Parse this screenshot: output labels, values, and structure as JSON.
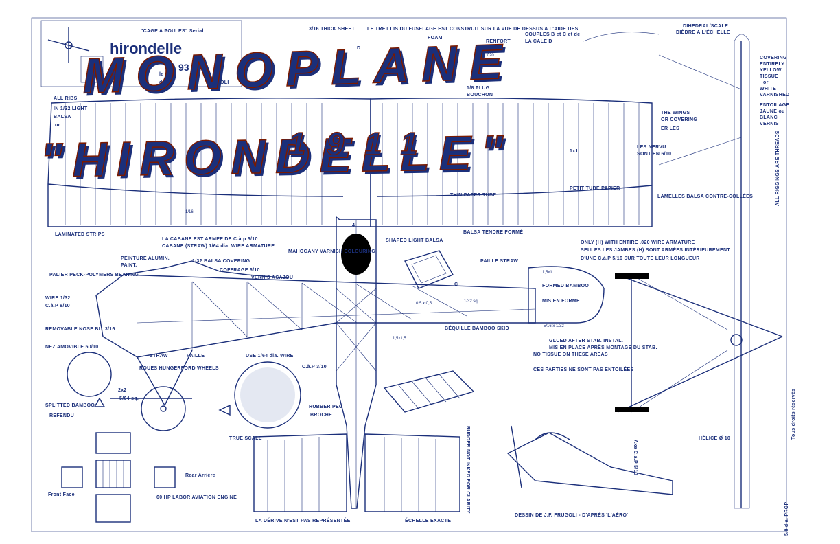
{
  "overlay_title": {
    "line1": "MONOPLANE",
    "line2": "\"HIRONDELLE\"",
    "line3": "1911"
  },
  "top_left_box": {
    "cage": "\"CAGE A POULES\" Serial",
    "name": "hirondelle",
    "number": "93",
    "credit_prefix": "le",
    "credit_suffix": "de Je",
    "credit_name": "FRUGOLI"
  },
  "labels": {
    "thick_sheet": "3/16 THICK SHEET",
    "fuselage_note": "LE TREILLIS DU FUSELAGE EST CONSTRUIT SUR LA VUE DE DESSUS A L'AIDE DES",
    "couples_note": "COUPLES B et C et de",
    "cale_note": "LA CALE D",
    "dihedral": "DIHEDRAL/SCALE",
    "diedre": "DIÈDRE A L'ÉCHELLE",
    "foam": "FOAM",
    "renfort": "RENFORT",
    "frac_4_10": "4/10",
    "frac_020": ".020",
    "plug": "1/8 PLUG",
    "bouchon": "BOUCHON",
    "all_ribs": "ALL RIBS",
    "light": "IN 1/32 LIGHT",
    "balsa": "BALSA",
    "or": "or",
    "covering": "COVERING",
    "entirely": "ENTIRELY",
    "yellow": "YELLOW",
    "tissue": "TISSUE",
    "or2": "or",
    "white": "WHITE",
    "varnished": "VARNISHED",
    "entoilage": "ENTOILAGE",
    "jaune": "JAUNE ou",
    "blanc": "BLANC",
    "vernis": "VERNIS",
    "the_wings": "THE WINGS",
    "or_covering": "OR COVERING",
    "er_les": "ER LES",
    "nervures": "LES NERVU",
    "sont": "SONT EN 6/10",
    "all_riggings": "ALL RIGGINGS ARE THREADS",
    "thin_paper": "THIN PAPER TUBE",
    "petit_tube": "PETIT TUBE PAPIER",
    "lamelles": "LAMELLES BALSA CONTRE-COLLÉES",
    "one_by_one": "1x1",
    "laminated": "LAMINATED STRIPS",
    "cabane_arme": "LA CABANE EST ARMÉE DE C.à.p 3/10",
    "cabane_strw": "CABANE (STRAW) 1/64 dia. WIRE ARMATURE",
    "peinture": "PEINTURE ALUMIN.",
    "paint": "PAINT.",
    "balsa_covering": "1/32 BALSA COVERING",
    "coffrage": "COFFRAGE 6/10",
    "mahogany": "MAHOGANY VARNISH COLOURING",
    "vernis_acajou": "VERNIS ACAJOU",
    "palier": "PALIER PECK-POLYMERS BEARING",
    "wire_132": "WIRE 1/32",
    "cap_810": "C.à.P 8/10",
    "removable": "REMOVABLE NOSE BL. 3/16",
    "nez": "NEZ AMOVIBLE 50/10",
    "straw": "STRAW",
    "paille": "PAILLE",
    "roues": "ROUES HUNGERFORD WHEELS",
    "use_wire": "USE 1/64 dia. WIRE",
    "cap_310": "C.à.P 3/10",
    "two_by_two": "2x2",
    "five_64": "5/64 sq.",
    "splitted": "SPLITTED BAMBOO",
    "refendu": "REFENDU",
    "shaped_balsa": "SHAPED LIGHT BALSA",
    "balsa_tendre": "BALSA TENDRE FORMÉ",
    "paille_straw": "PAILLE STRAW",
    "formed_bamboo": "FORMED BAMBOO",
    "mis_en_forme": "MIS EN FORME",
    "beq": "BÉQUILLE BAMBOO SKID",
    "glued": "GLUED AFTER STAB. INSTAL.",
    "mis_en_place": "MIS EN PLACE APRÈS MONTAGE DU STAB.",
    "no_tissue": "NO TISSUE ON THESE AREAS",
    "ces_parties": "CES PARTIES NE SONT PAS ENTOILÉES",
    "rubber_peg": "RUBBER PEG",
    "broche": "BROCHE",
    "true_scale": "TRUE SCALE",
    "rudder_not_inked": "RUDDER NOT INKED FOR CLARITY",
    "derive": "LA DÉRIVE N'EST PAS REPRÉSENTÉE",
    "echelle": "ÉCHELLE EXACTE",
    "only_h": "ONLY (H) WITH ENTIRE .020 WIRE ARMATURE",
    "seules": "SEULES LES JAMBES (H) SONT ARMÉES INTÉRIEUREMENT",
    "cap516": "D'UNE C.à.P 5/16 SUR TOUTE LEUR LONGUEUR",
    "helice": "HÉLICE Ø 10",
    "axe": "Axe C.à.P 5/10",
    "tous_droits": "Tous droits réservés",
    "prop": "5/8 dia. PROP",
    "labor": "60 HP LABOR AVIATION ENGINE",
    "front": "Front Face",
    "rear": "Rear Arrière",
    "dessin": "DESSIN DE J.F. FRUGOLI - D'APRÈS 'L'AÉRO'",
    "d": "D",
    "c": "C",
    "num_4": "4",
    "num_1_16": "1/16",
    "num_1_5": "1,5x1,5",
    "num_05": "0,5 x 0,5",
    "num_132sq": "1/32 sq.",
    "num_516": "5/16 x 1/32",
    "num_1_5x1": "1,5x1"
  },
  "colors": {
    "ink": "#1b2f7a",
    "flame_top": "#ffe600",
    "flame_mid": "#ff8a00",
    "flame_bottom": "#d42a00",
    "shadow": "#5a2a00"
  },
  "icons": [
    "propeller-icon",
    "arrow-icon",
    "wheel-icon",
    "engine-icon"
  ]
}
